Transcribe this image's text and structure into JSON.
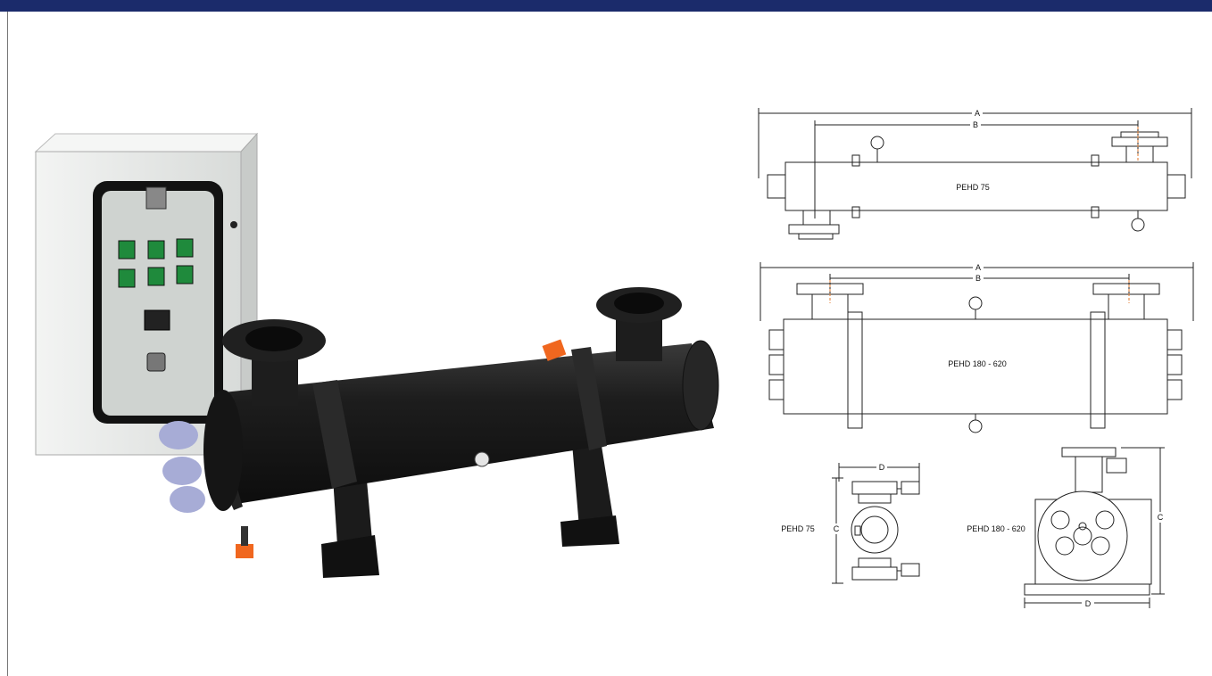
{
  "colors": {
    "header_bar": "#1b2b6b",
    "panel_body": "#e6e8e6",
    "panel_window": "#cfd3d0",
    "switch_green": "#1f8a3c",
    "reactor_body": "#1c1c1c",
    "cap_blue": "#a7acd6",
    "valve_orange": "#f0671f",
    "drawing_line": "#222222",
    "center_line": "#e07a2e"
  },
  "photo": {
    "icons": [
      "control-panel",
      "uv-reactor"
    ]
  },
  "drawings": {
    "top_view": {
      "label": "PEHD 75",
      "dim_a": "A",
      "dim_b": "B"
    },
    "large_view": {
      "label": "PEHD 180 - 620",
      "dim_a": "A",
      "dim_b": "B"
    },
    "small_end_view": {
      "label": "PEHD 75",
      "dim_c": "C",
      "dim_d": "D"
    },
    "large_end_view": {
      "label": "PEHD 180 - 620",
      "dim_c": "C",
      "dim_d": "D"
    }
  }
}
